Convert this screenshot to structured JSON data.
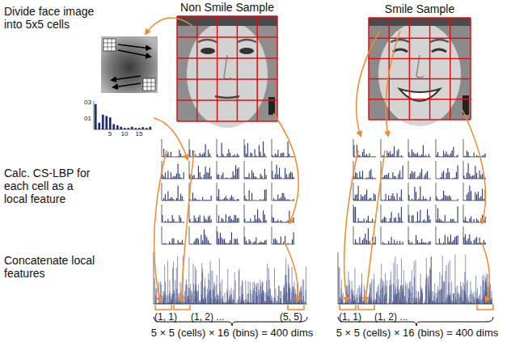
{
  "diagram": {
    "nodes": [
      {
        "text": [
          "Non Smile Sample"
        ]
      },
      {
        "text": [
          "Smile Sample"
        ]
      }
    ],
    "labels": [
      "Divide face image into 5x5 cells",
      "03",
      "01",
      "5",
      "10",
      "15",
      "Calc. CS-LBP for each cell as a local feature",
      "Concatenate local features",
      "(1, 1)",
      "(1, 2) ...",
      "(5, 5)",
      "(1, 1)",
      "(1, 2) ...",
      "5 × 5 (cells) × 16 (bins) = 400 dims",
      "5 × 5 (cells) × 16 (bins) = 400 dims"
    ]
  }
}
